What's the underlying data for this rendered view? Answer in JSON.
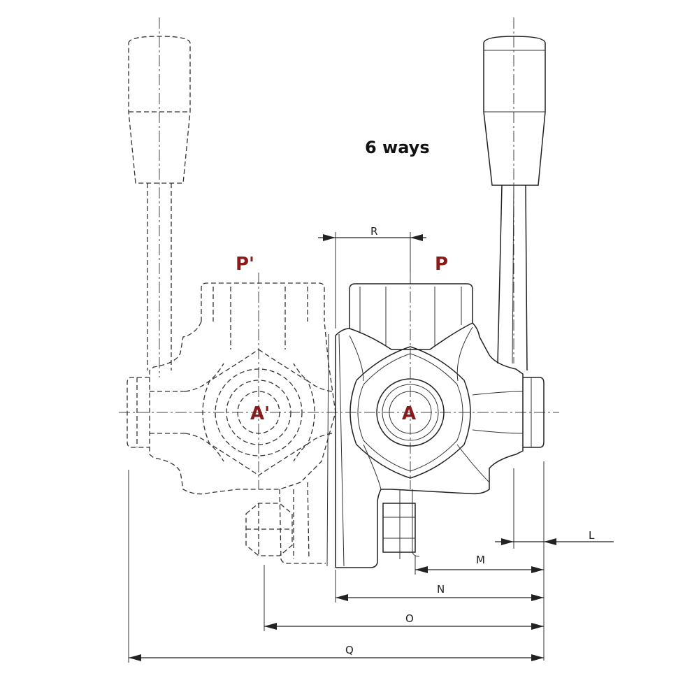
{
  "title": "6 ways",
  "ports": {
    "p_prime": "P'",
    "p": "P",
    "a_prime": "A'",
    "a": "A"
  },
  "dimensions": {
    "R": "R",
    "L": "L",
    "M": "M",
    "N": "N",
    "O": "O",
    "Q": "Q"
  },
  "colors": {
    "port_label": "#8b1a1a",
    "line": "#222222"
  }
}
